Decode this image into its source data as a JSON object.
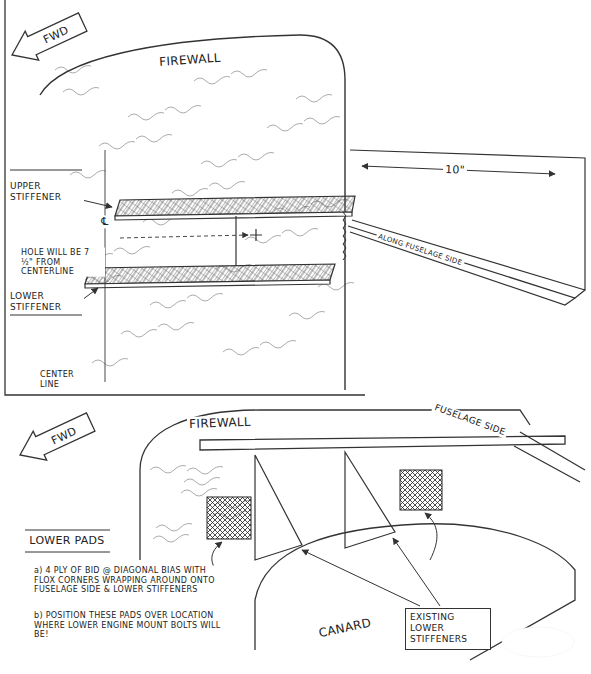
{
  "diagram": {
    "nodes": [
      {
        "text": [
          "EXISTING LOWER STIFFENERS"
        ]
      }
    ],
    "labels": [
      "FWD",
      "FIREWALL",
      "10\"",
      "ALONG FUSELAGE SIDE",
      "UPPER STIFFENER",
      "℄",
      "HOLE WILL BE 7 ½\" FROM CENTERLINE",
      "LOWER STIFFENER",
      "CENTER LINE",
      "FWD",
      "FIREWALL",
      "FUSELAGE SIDE",
      "LOWER PADS",
      "a) 4 PLY OF BID @ DIAGONAL BIAS WITH FLOX CORNERS WRAPPING AROUND ONTO FUSELAGE SIDE & LOWER STIFFENERS",
      "b) POSITION THESE PADS OVER LOCATION WHERE LOWER ENGINE MOUNT BOLTS WILL BE!",
      "CANARD"
    ]
  }
}
